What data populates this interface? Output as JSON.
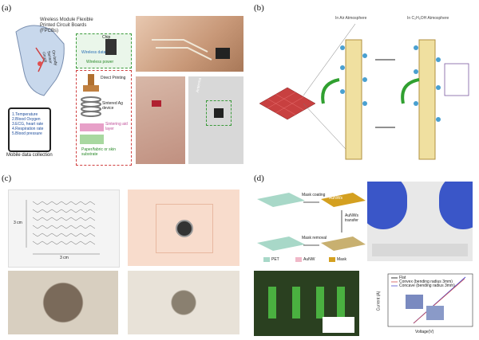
{
  "panels": {
    "a": {
      "label": "(a)",
      "module_title": "Wireless Module Flexible Printed Circuit Boards (FPCBs)",
      "chip": "Chip",
      "wireless_data": "Wireless data",
      "wireless_power": "Wireless power",
      "sensor_circuit": "On-body Sensor circuit",
      "direct_printing": "Direct Printing",
      "sintered_ag": "Sintered Ag device",
      "sintering_aid": "Sintering aid layer",
      "substrate": "Paper/fabric or skin substrate",
      "phone_items": [
        "1.Temperature",
        "2.Blood Oxygen",
        "3.ECG, heart rate",
        "4.Respiration rate",
        "5.Blood pressure"
      ],
      "mobile": "Mobile data collection",
      "antenna": "Antenna"
    },
    "b": {
      "label": "(b)",
      "left_atm": "In Air Atmosphere",
      "right_atm": "In C₂H₅OH Atmosphere"
    },
    "c": {
      "label": "(c)",
      "dim_v": "3 cm",
      "dim_h": "3 cm"
    },
    "d": {
      "label": "(d)",
      "mask_coating": "Mask coating",
      "agnws_transfer": "AuNWs transfer",
      "mask_removal": "Mask removal",
      "aunw_text": "AuNWs",
      "legend": [
        "PET",
        "AuNW",
        "Mask"
      ],
      "chart_legend": [
        "Flat",
        "Convex (bending radius 3mm)",
        "Concave (bending radius 3mm)"
      ],
      "xlabel": "Voltage(V)",
      "ylabel": "Current (A)",
      "colors": {
        "pet": "#a8d8c8",
        "aunw": "#f0b8c8",
        "mask": "#d4a020"
      }
    }
  }
}
